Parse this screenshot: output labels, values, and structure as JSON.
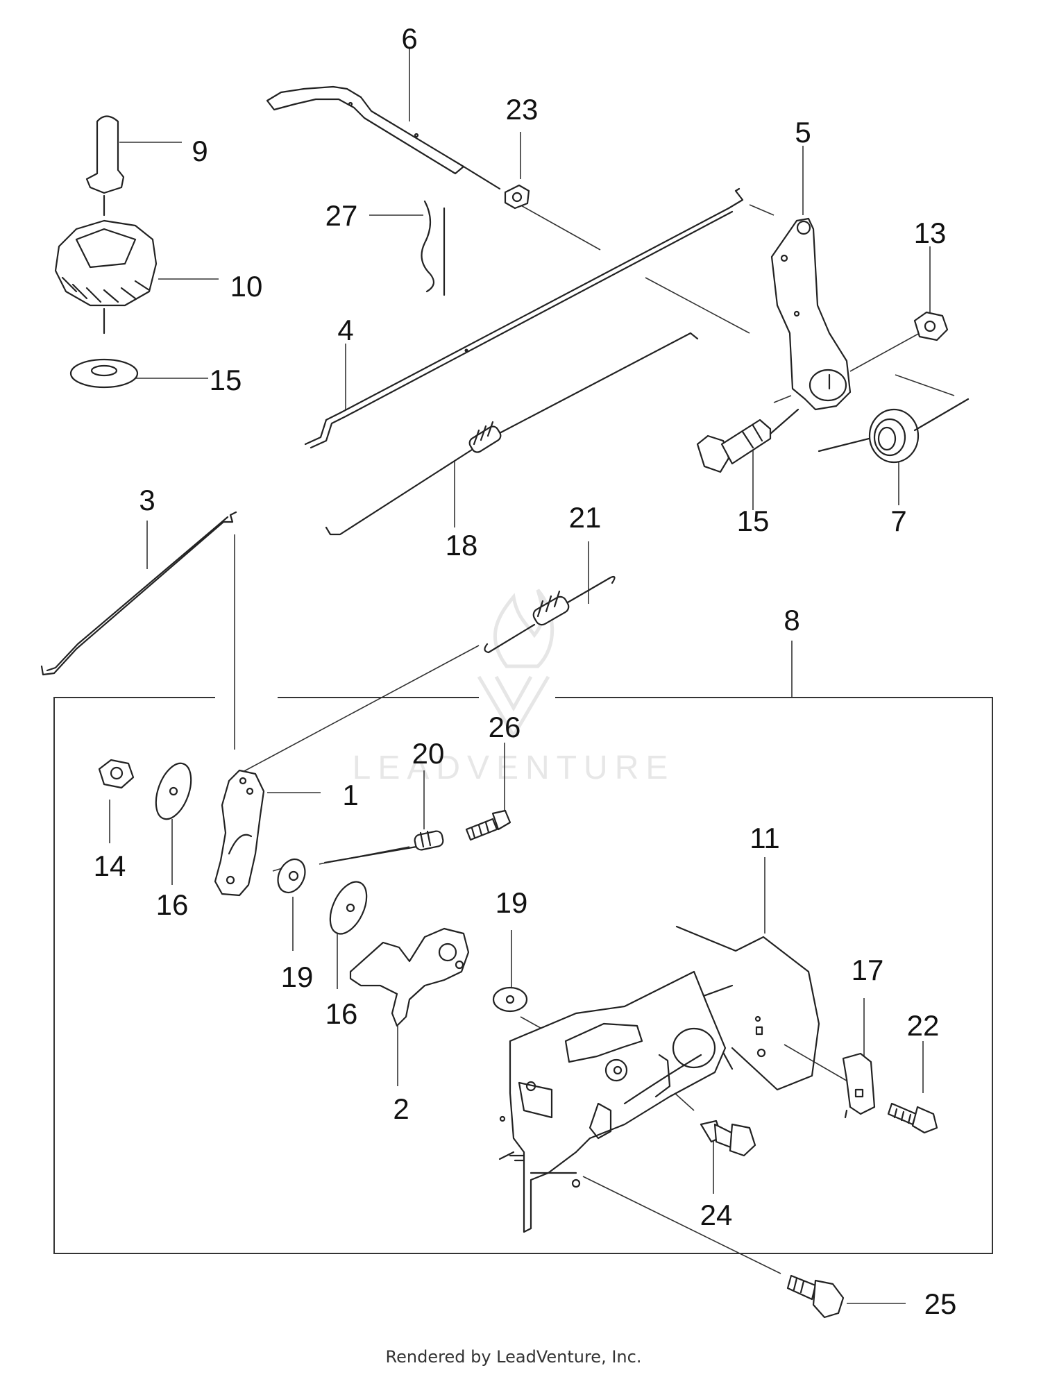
{
  "diagram": {
    "callouts": [
      {
        "id": "c6",
        "text": "6"
      },
      {
        "id": "c23",
        "text": "23"
      },
      {
        "id": "c5",
        "text": "5"
      },
      {
        "id": "c9",
        "text": "9"
      },
      {
        "id": "c27",
        "text": "27"
      },
      {
        "id": "c13",
        "text": "13"
      },
      {
        "id": "c10",
        "text": "10"
      },
      {
        "id": "c4",
        "text": "4"
      },
      {
        "id": "c15a",
        "text": "15"
      },
      {
        "id": "c15b",
        "text": "15"
      },
      {
        "id": "c7",
        "text": "7"
      },
      {
        "id": "c18",
        "text": "18"
      },
      {
        "id": "c3",
        "text": "3"
      },
      {
        "id": "c21",
        "text": "21"
      },
      {
        "id": "c8",
        "text": "8"
      },
      {
        "id": "c26",
        "text": "26"
      },
      {
        "id": "c20",
        "text": "20"
      },
      {
        "id": "c1",
        "text": "1"
      },
      {
        "id": "c14",
        "text": "14"
      },
      {
        "id": "c16a",
        "text": "16"
      },
      {
        "id": "c11",
        "text": "11"
      },
      {
        "id": "c19a",
        "text": "19"
      },
      {
        "id": "c19b",
        "text": "19"
      },
      {
        "id": "c16b",
        "text": "16"
      },
      {
        "id": "c17",
        "text": "17"
      },
      {
        "id": "c22",
        "text": "22"
      },
      {
        "id": "c2",
        "text": "2"
      },
      {
        "id": "c24",
        "text": "24"
      },
      {
        "id": "c25",
        "text": "25"
      }
    ]
  },
  "watermark": {
    "text": "LEADVENTURE"
  },
  "footer": {
    "credit": "Rendered by LeadVenture, Inc."
  },
  "colors": {
    "ink": "#222222",
    "watermark": "#e7e7e7",
    "background": "#ffffff"
  }
}
